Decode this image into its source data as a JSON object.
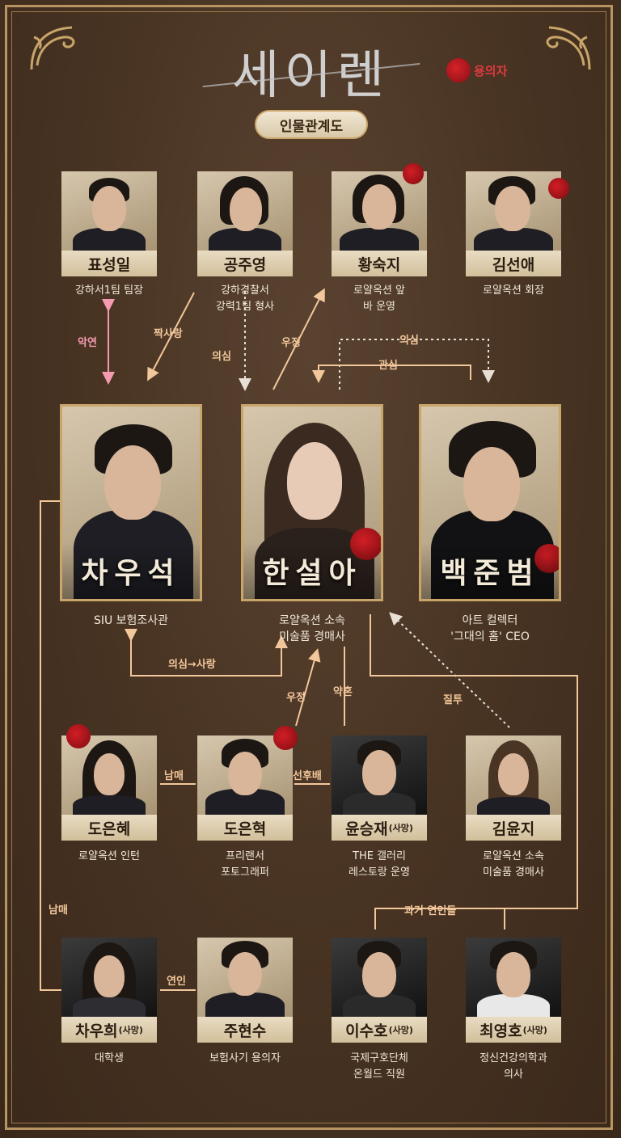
{
  "title": "세이렌",
  "subtitle": "인물관계도",
  "legend": {
    "label": "용의자",
    "icon": "blood-splatter-icon"
  },
  "colors": {
    "background": "#4a3524",
    "frame_gold": "#c9a56a",
    "relation_orange": "#f2c79b",
    "relation_pink": "#f59bb0",
    "suspect_red": "#d4222a"
  },
  "top_row": [
    {
      "name": "표성일",
      "desc": "강하서1팀 팀장",
      "suspect": false
    },
    {
      "name": "공주영",
      "desc": "강하경찰서\n강력1팀 형사",
      "suspect": false
    },
    {
      "name": "황숙지",
      "desc": "로얄옥션 앞\n바 운영",
      "suspect": true
    },
    {
      "name": "김선애",
      "desc": "로얄옥션 회장",
      "suspect": true
    }
  ],
  "main_row": [
    {
      "name": "차우석",
      "desc": "SIU 보험조사관",
      "suspect": false
    },
    {
      "name": "한설아",
      "desc": "로얄옥션 소속\n미술품 경매사",
      "suspect": true
    },
    {
      "name": "백준범",
      "desc": "아트 컬렉터\n'그대의 홈' CEO",
      "suspect": true
    }
  ],
  "mid_row": [
    {
      "name": "도은혜",
      "dead": "",
      "desc": "로얄옥션 인턴",
      "suspect": true
    },
    {
      "name": "도은혁",
      "dead": "",
      "desc": "프리랜서\n포토그래퍼",
      "suspect": true
    },
    {
      "name": "윤승재",
      "dead": "(사망)",
      "desc": "THE 갤러리\n레스토랑 운영",
      "suspect": false
    },
    {
      "name": "김윤지",
      "dead": "",
      "desc": "로얄옥션 소속\n미술품 경매사",
      "suspect": false
    }
  ],
  "bottom_row": [
    {
      "name": "차우희",
      "dead": "(사망)",
      "desc": "대학생",
      "suspect": false
    },
    {
      "name": "주현수",
      "dead": "",
      "desc": "보험사기 용의자",
      "suspect": false
    },
    {
      "name": "이수호",
      "dead": "(사망)",
      "desc": "국제구호단체\n온월드 직원",
      "suspect": false
    },
    {
      "name": "최영호",
      "dead": "(사망)",
      "desc": "정신건강의학과\n의사",
      "suspect": false
    }
  ],
  "relations": {
    "r1": "악연",
    "r2": "짝사랑",
    "r3": "의심",
    "r4": "우정",
    "r5": "의심",
    "r6": "관심",
    "r7": "의심→사랑",
    "r8": "우정",
    "r9": "약혼",
    "r10": "질투",
    "r11": "남매",
    "r12": "선후배",
    "r13": "남매",
    "r14": "연인",
    "r15": "과거 연인들"
  }
}
